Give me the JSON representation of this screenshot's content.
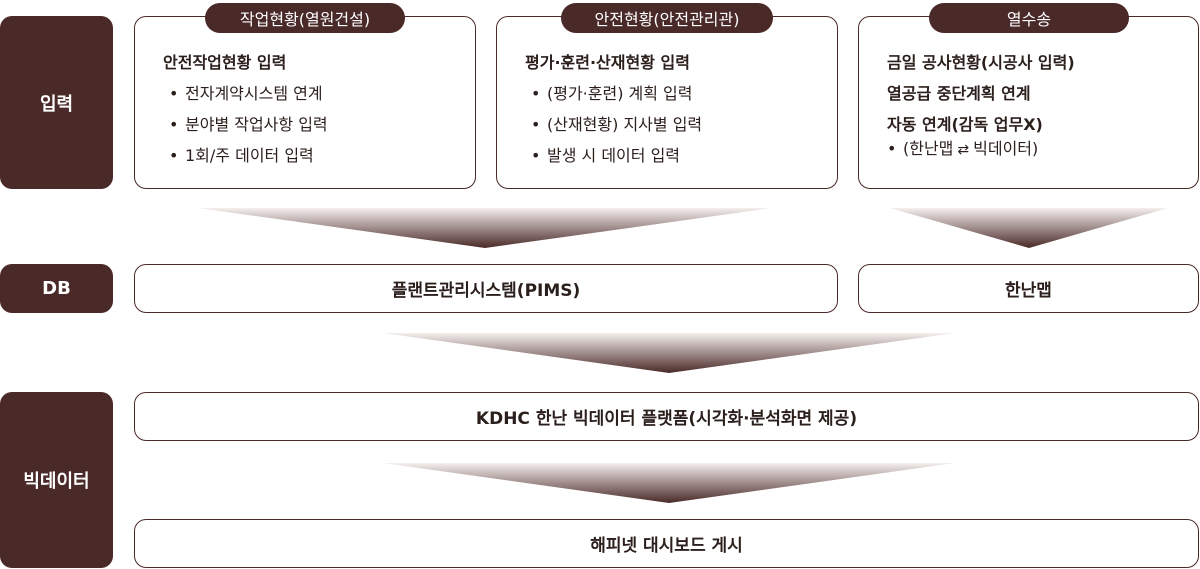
{
  "side_labels": {
    "input": "입력",
    "db": "DB",
    "bigdata": "빅데이터"
  },
  "input_cards": [
    {
      "tab": "작업현황(열원건설)",
      "title": "안전작업현황 입력",
      "bullets": [
        "전자계약시스템 연계",
        "분야별 작업사항 입력",
        "1회/주 데이터 입력"
      ]
    },
    {
      "tab": "안전현황(안전관리관)",
      "title": "평가·훈련·산재현황 입력",
      "bullets": [
        "(평가·훈련) 계획 입력",
        "(산재현황) 지사별 입력",
        "발생 시 데이터 입력"
      ]
    },
    {
      "tab": "열수송",
      "lines": [
        "금일 공사현황(시공사 입력)",
        "열공급 중단계획 연계",
        "자동 연계(감독 업무X)"
      ],
      "bullet_left": "(한난맵",
      "bullet_right": "빅데이터)"
    }
  ],
  "db": {
    "pims": "플랜트관리시스템(PIMS)",
    "hannanmap": "한난맵"
  },
  "bigdata": {
    "platform": "KDHC 한난 빅데이터 플랫폼(시각화·분석화면 제공)",
    "dashboard": "해피넷 대시보드 게시"
  },
  "colors": {
    "primary": "#4a2a28",
    "funnel_light": "#f3eeed"
  },
  "icons": {
    "bullet": "bullet-dot-icon",
    "sync": "sync-arrows-icon"
  }
}
